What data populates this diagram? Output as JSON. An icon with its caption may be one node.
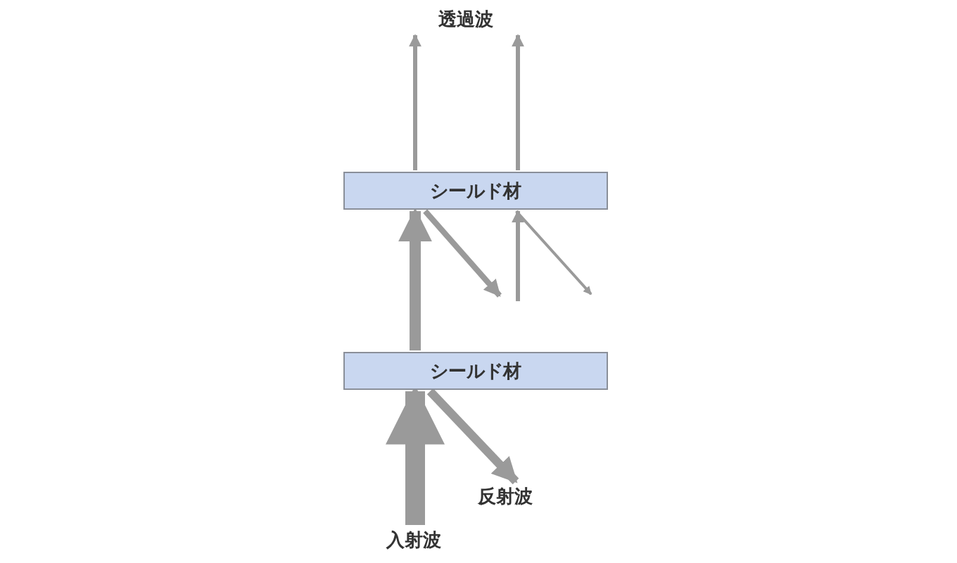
{
  "diagram": {
    "nodes": [
      {
        "text": [
          "透過波"
        ]
      },
      {
        "text": [
          "シールド材"
        ]
      },
      {
        "text": [
          "シールド材"
        ]
      },
      {
        "text": [
          "反射波"
        ]
      },
      {
        "text": [
          "入射波"
        ]
      }
    ],
    "edges": [
      {
        "from": 4,
        "to": 2,
        "arrow": "to",
        "style": "thick"
      },
      {
        "from": 2,
        "to": 3,
        "arrow": "to",
        "style": "thick"
      },
      {
        "from": 2,
        "to": 1,
        "arrow": "to",
        "style": "thick"
      },
      {
        "from": 1,
        "to": null,
        "arrow": "to"
      },
      {
        "from": null,
        "to": 1,
        "arrow": "to"
      },
      {
        "from": 1,
        "to": null,
        "arrow": "to"
      },
      {
        "from": 1,
        "to": 0,
        "arrow": "to"
      },
      {
        "from": 1,
        "to": 0,
        "arrow": "to"
      }
    ]
  }
}
